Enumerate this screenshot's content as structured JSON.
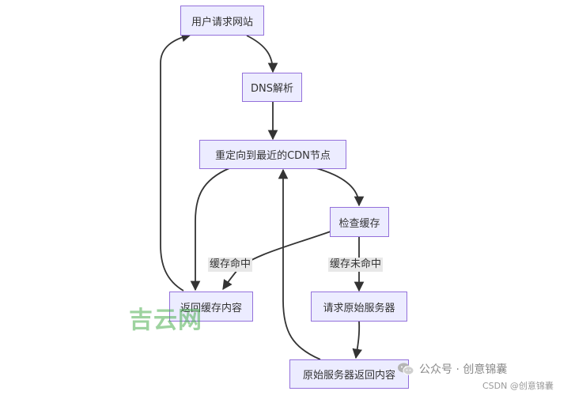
{
  "nodes": {
    "user_request": "用户请求网站",
    "dns": "DNS解析",
    "redirect": "重定向到最近的CDN节点",
    "check_cache": "检查缓存",
    "return_cache": "返回缓存内容",
    "request_origin": "请求原始服务器",
    "origin_return": "原始服务器返回内容"
  },
  "edge_labels": {
    "cache_hit": "缓存命中",
    "cache_miss": "缓存未命中"
  },
  "watermarks": {
    "site": "吉云网",
    "account": "公众号 · 创意锦囊",
    "csdn": "CSDN @创意锦囊"
  },
  "colors": {
    "node_fill": "#ececff",
    "node_border": "#9370db",
    "edge": "#333333",
    "label_bg": "#e8e8e8"
  }
}
